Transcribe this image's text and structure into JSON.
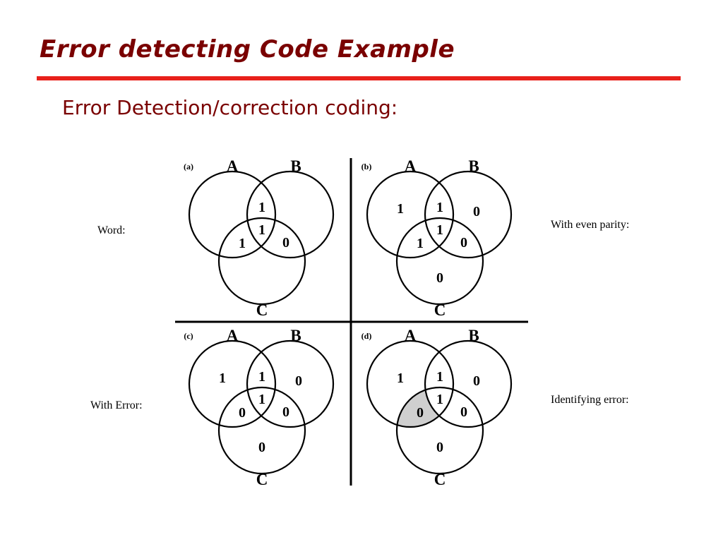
{
  "slide": {
    "title": "Error detecting Code Example",
    "subtitle": "Error Detection/correction coding:",
    "accent_color": "#e8211b",
    "title_color": "#7a0000"
  },
  "labels": {
    "word": "Word:",
    "even_parity": "With even parity:",
    "with_error": "With Error:",
    "identifying_error": "Identifying error:"
  },
  "diagram": {
    "circle_names": {
      "a": "A",
      "b": "B",
      "c": "C"
    },
    "highlight_color": "#cfcfcf",
    "panels": [
      {
        "tag": "(a)",
        "bits": {
          "ab": "1",
          "abc": "1",
          "ac": "1",
          "bc": "0"
        }
      },
      {
        "tag": "(b)",
        "bits": {
          "a": "1",
          "ab": "1",
          "b": "0",
          "abc": "1",
          "ac": "1",
          "bc": "0",
          "c": "0"
        }
      },
      {
        "tag": "(c)",
        "bits": {
          "a": "1",
          "ab": "1",
          "b": "0",
          "abc": "1",
          "ac": "0",
          "bc": "0",
          "c": "0"
        }
      },
      {
        "tag": "(d)",
        "bits": {
          "a": "1",
          "ab": "1",
          "b": "0",
          "abc": "1",
          "ac": "0",
          "bc": "0",
          "c": "0"
        },
        "highlight_region": "ac"
      }
    ]
  }
}
